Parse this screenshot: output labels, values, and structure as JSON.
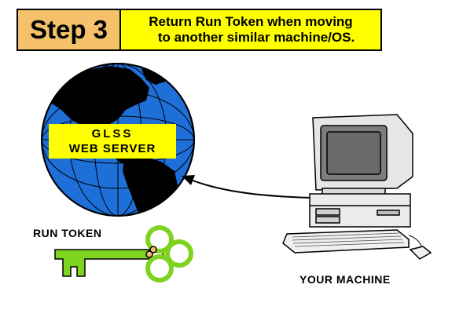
{
  "banner": {
    "step": "Step 3",
    "line1": "Return Run Token when moving",
    "line2": "to another similar machine/OS."
  },
  "globe": {
    "line1": "GLSS",
    "line2": "WEB SERVER"
  },
  "token_label": "RUN TOKEN",
  "machine_label": "YOUR MACHINE",
  "colors": {
    "step_bg": "#f5c26b",
    "highlight": "#ffff00",
    "ocean": "#1e6fd8",
    "land": "#000000",
    "key": "#7ed321"
  },
  "icons": [
    "globe-icon",
    "key-icon",
    "computer-icon",
    "arrow-icon"
  ]
}
